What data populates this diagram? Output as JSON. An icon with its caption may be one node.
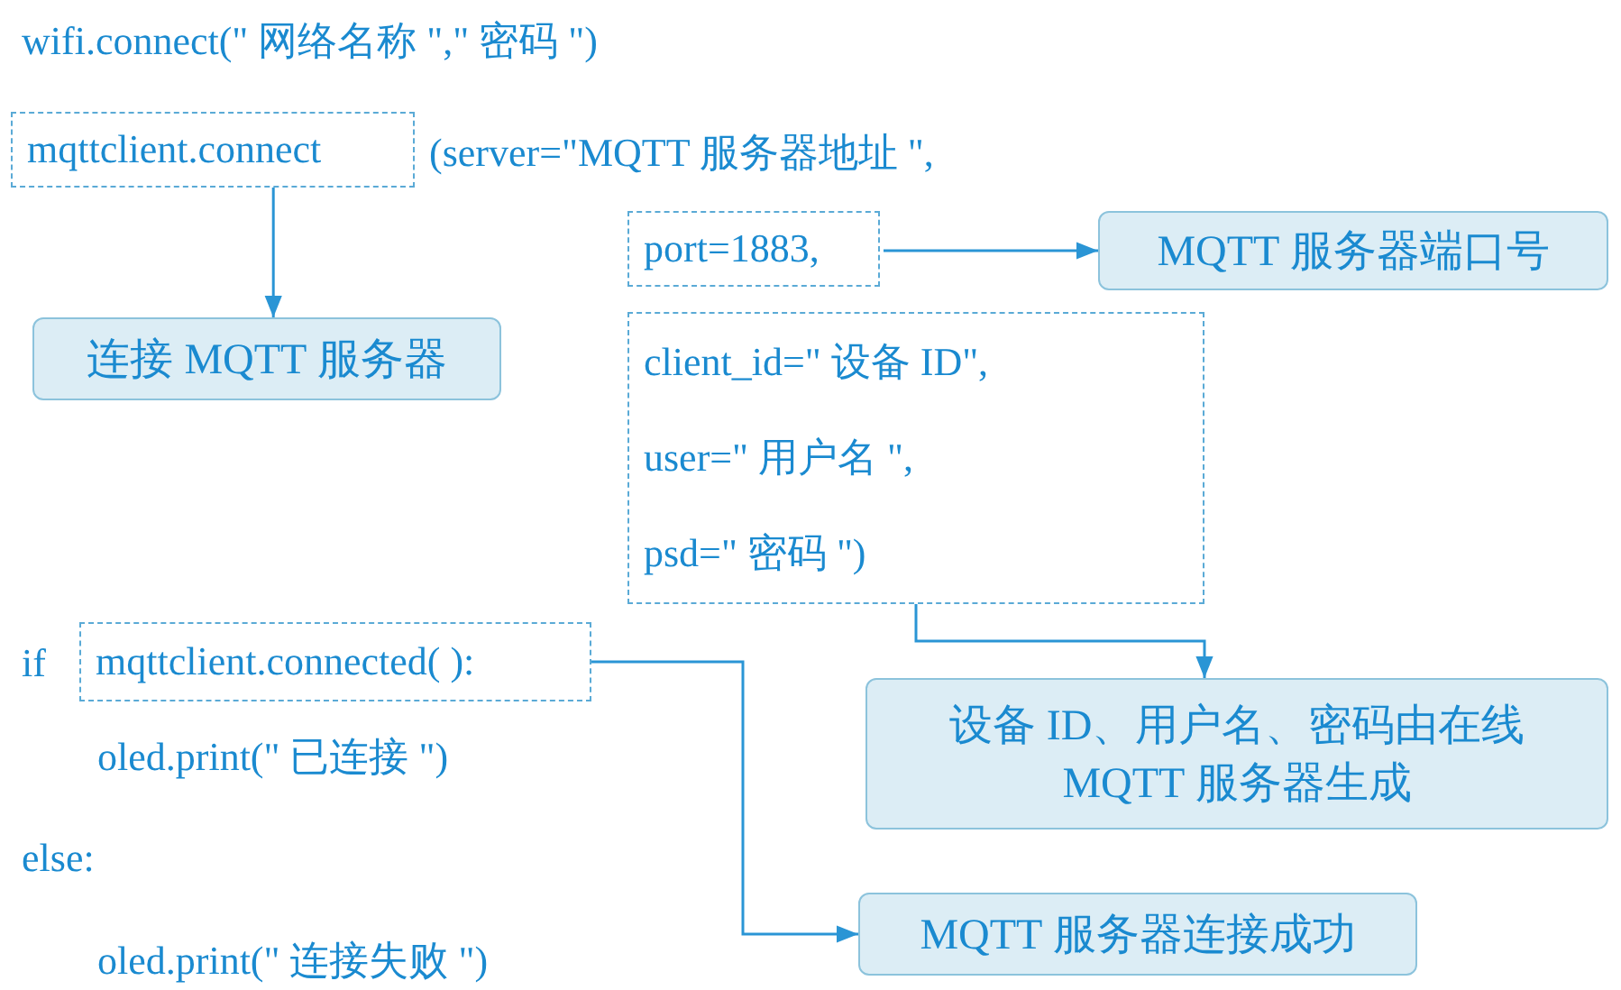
{
  "diagram": {
    "nodes": [
      {
        "text": [
          "mqttclient.connect"
        ]
      },
      {
        "text": [
          "port=1883,"
        ]
      },
      {
        "text": [
          "MQTT 服务器端口号"
        ]
      },
      {
        "text": [
          "连接 MQTT 服务器"
        ]
      },
      {
        "text": [
          "client_id=\" 设备 ID\",",
          "user=\" 用户名 \",",
          "psd=\" 密码 \")"
        ]
      },
      {
        "text": [
          "设备 ID、用户名、密码由在线 MQTT 服务器生成"
        ]
      },
      {
        "text": [
          "mqttclient.connected( ):"
        ]
      },
      {
        "text": [
          "MQTT 服务器连接成功"
        ]
      }
    ],
    "edges": [
      {
        "from": 0,
        "to": 3,
        "arrow": "to"
      },
      {
        "from": 1,
        "to": 2,
        "arrow": "to"
      },
      {
        "from": 4,
        "to": 5,
        "arrow": "to"
      },
      {
        "from": 6,
        "to": 7,
        "arrow": "to"
      }
    ],
    "labels": [
      "wifi.connect(\" 网络名称 \",\" 密码 \")",
      "(server=\"MQTT 服务器地址 \",",
      "if",
      "oled.print(\" 已连接 \")",
      "else:",
      "oled.print(\" 连接失败 \")"
    ]
  }
}
